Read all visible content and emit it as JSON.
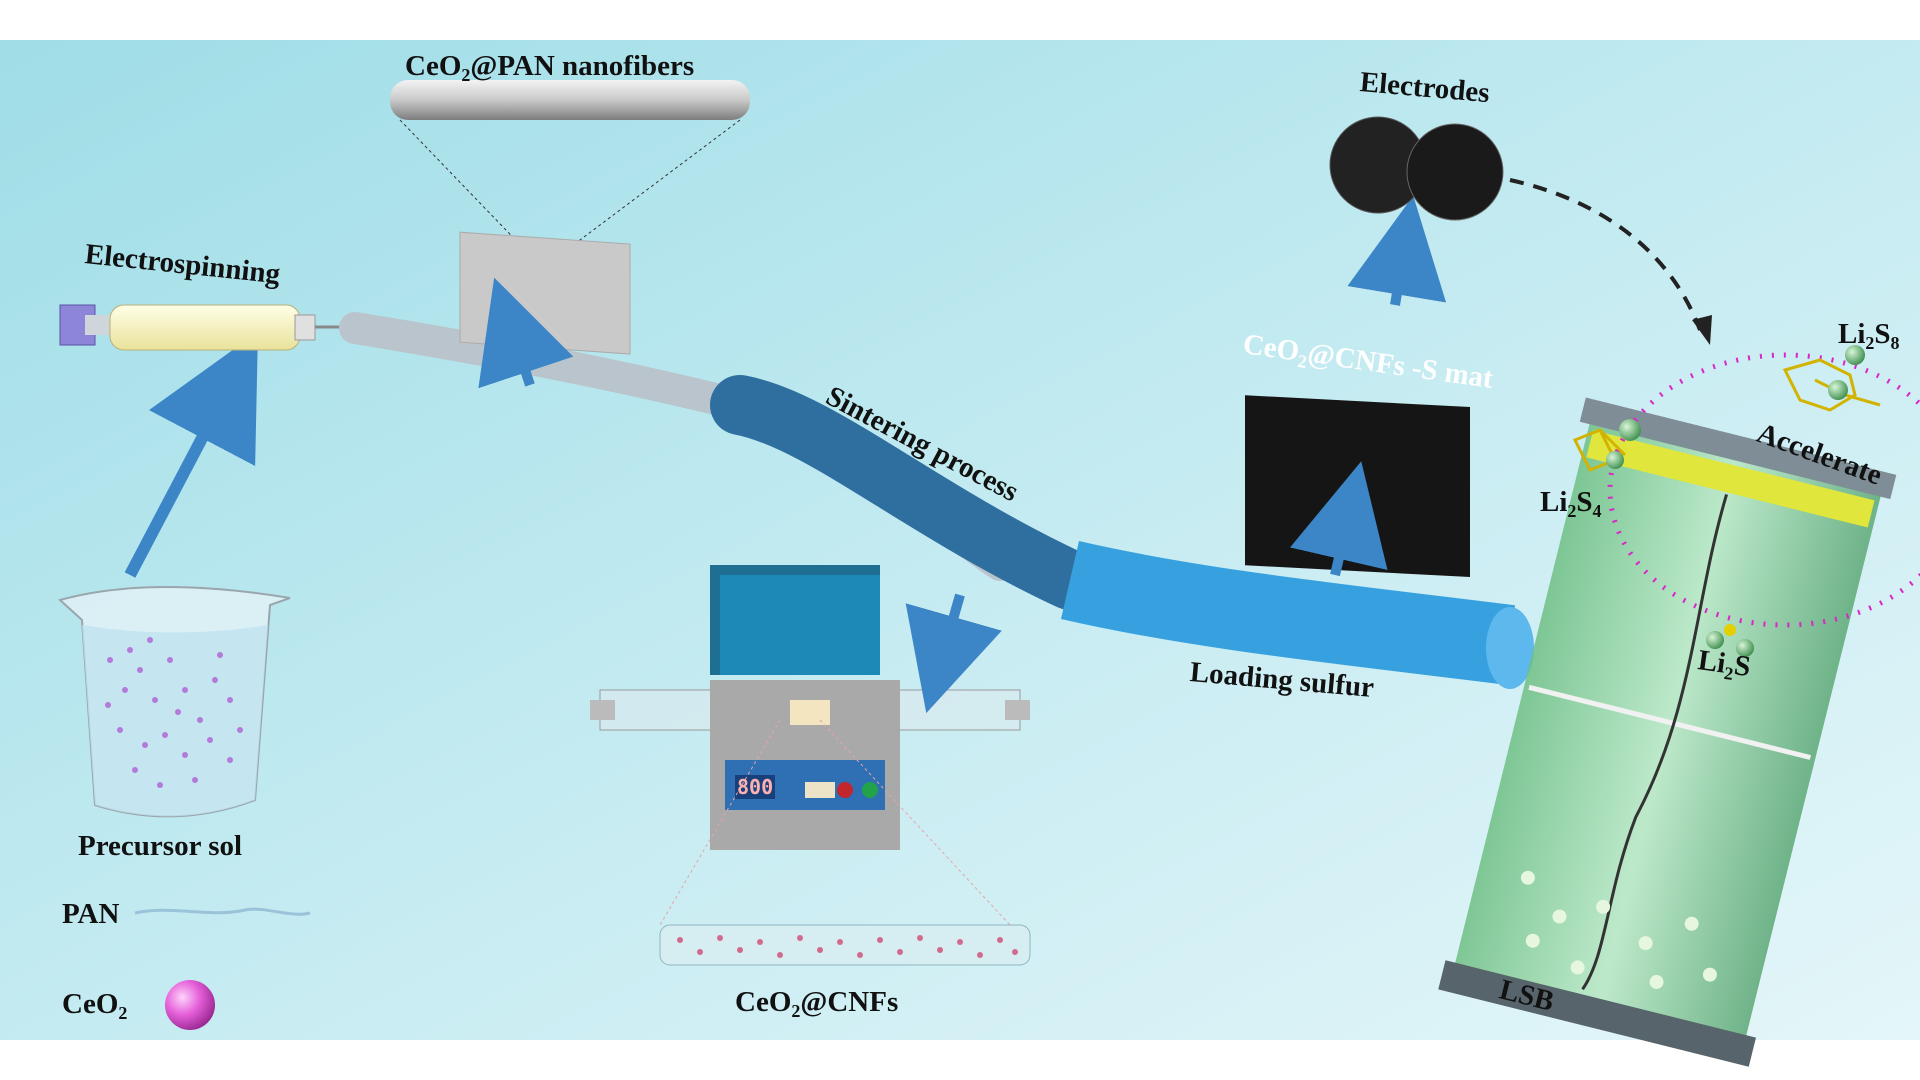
{
  "labels": {
    "cnf_pan": {
      "pre": "CeO",
      "sub": "2",
      "post": "@PAN nanofibers"
    },
    "electrospinning": "Electrospinning",
    "precursor": "Precursor sol",
    "pan": "PAN",
    "ceo2": {
      "pre": "CeO",
      "sub": "2"
    },
    "sintering": "Sintering process",
    "ceo2_cnfs": {
      "pre": "CeO",
      "sub": "2",
      "post": "@CNFs"
    },
    "loading": "Loading sulfur",
    "mat": {
      "pre": "CeO",
      "sub": "2",
      "post": "@CNFs -S mat"
    },
    "electrodes": "Electrodes",
    "li2s8": {
      "pre": "Li",
      "sub1": "2",
      "mid": "S",
      "sub2": "8"
    },
    "li2s4": {
      "pre": "Li",
      "sub1": "2",
      "mid": "S",
      "sub2": "4"
    },
    "li2s": {
      "pre": "Li",
      "sub1": "2",
      "mid": "S"
    },
    "accelerate": "Accelerate",
    "lsb": "LSB",
    "furnace_display": "800"
  },
  "colors": {
    "bg_top": "#a6dfe8",
    "bg_bottom": "#dff3f7",
    "fiber_gray": "#b9c4cc",
    "fiber_blue": "#2f6f9f",
    "fiber_light_blue": "#37a1df",
    "arrow_blue": "#3c86c8",
    "particle_purple": "#b27ad9",
    "particle_magenta": "#e060d6",
    "furnace_top": "#1f89b7",
    "battery_green": "#9bd6a8",
    "sulfur_yellow": "#e0e63c",
    "dotted_magenta": "#d826c8"
  }
}
